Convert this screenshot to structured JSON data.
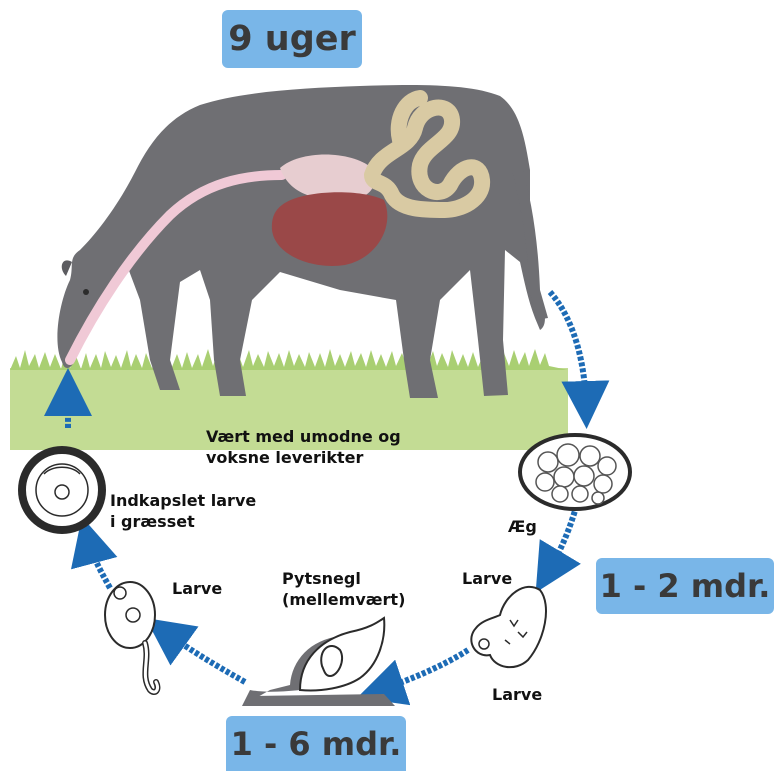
{
  "badges": {
    "top": "9 uger",
    "right": "1 - 2 mdr.",
    "bottom": "1 - 6 mdr."
  },
  "labels": {
    "host_line1": "Vært med umodne og",
    "host_line2": "voksne leverikter",
    "egg": "Æg",
    "larva_right": "Larve",
    "larva_bottom_right": "Larve",
    "snail_line1": "Pytsnegl",
    "snail_line2": "(mellemvært)",
    "larva_left": "Larve",
    "encysted_line1": "Indkapslet larve",
    "encysted_line2": "i græsset"
  },
  "colors": {
    "badge": "#79b6e8",
    "cow": "#6f6f73",
    "grass": "#c3dc94",
    "arrow": "#1d6bb5",
    "liver": "#9a4848",
    "intestine": "#d9caa3",
    "esophagus": "#f0c9d6"
  }
}
